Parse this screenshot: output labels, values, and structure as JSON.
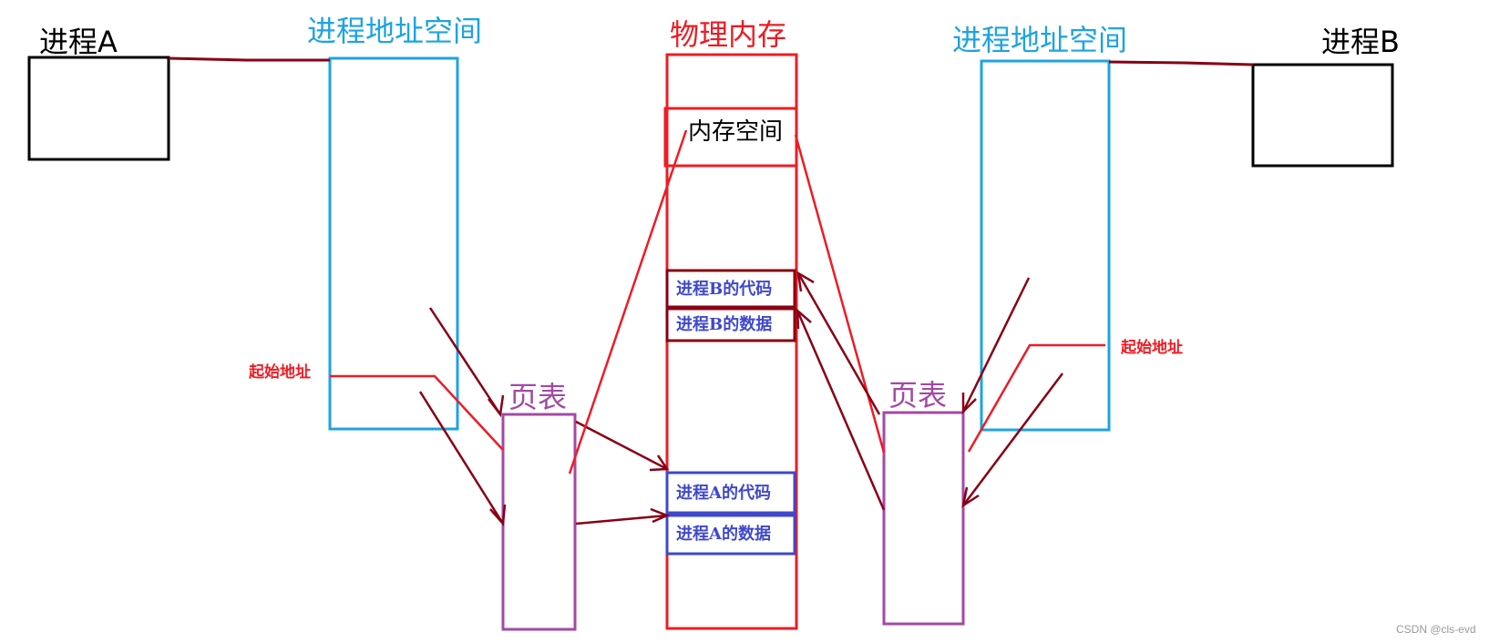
{
  "colors": {
    "black": "#000000",
    "blue": "#1ea3e0",
    "red": "#ed1c24",
    "dark_red": "#880015",
    "purple": "#a349a4",
    "indigo": "#3f48cc"
  },
  "labels": {
    "process_a": "进程A",
    "process_b": "进程B",
    "addr_space_left": "进程地址空间",
    "addr_space_right": "进程地址空间",
    "physical_memory": "物理内存",
    "memory_space": "内存空间",
    "page_table_left": "页表",
    "page_table_right": "页表",
    "start_addr_left": "起始地址",
    "start_addr_right": "起始地址",
    "proc_b_code": "进程B的代码",
    "proc_b_data": "进程B的数据",
    "proc_a_code": "进程A的代码",
    "proc_a_data": "进程A的数据"
  },
  "watermark": "CSDN @cls-evd"
}
